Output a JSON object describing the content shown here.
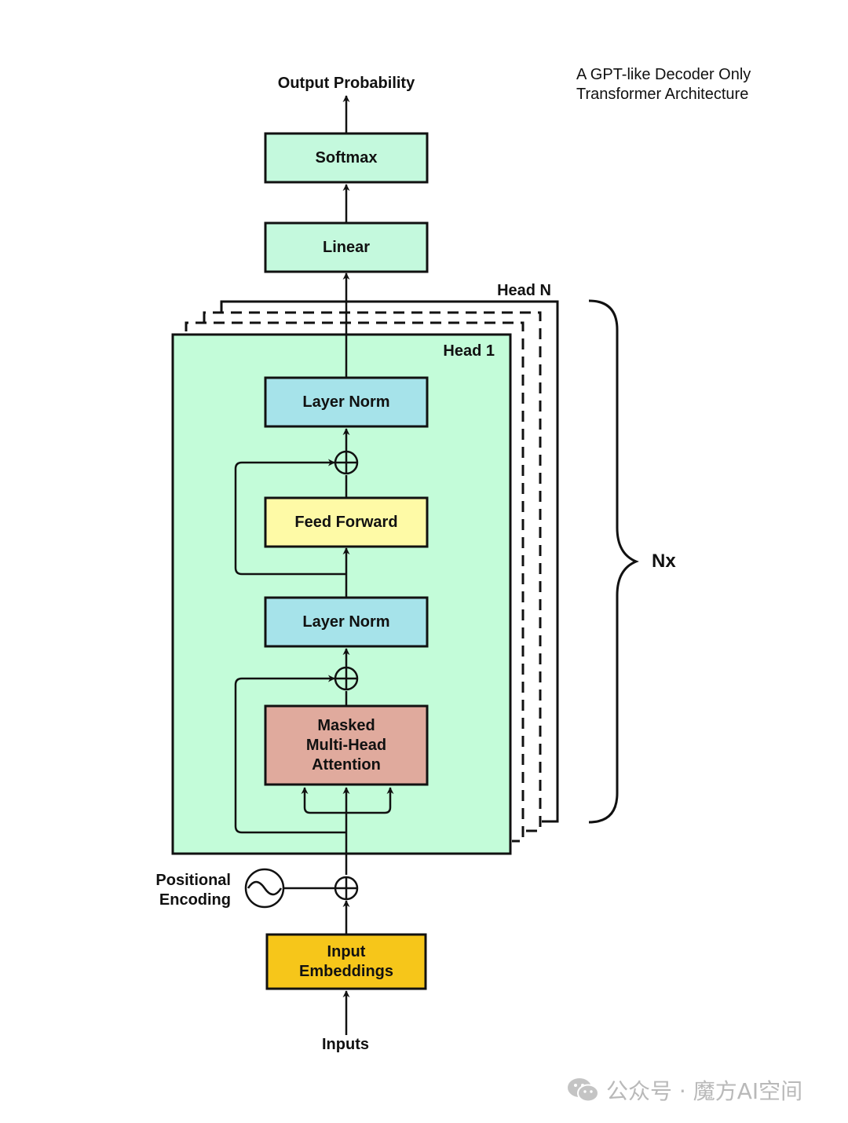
{
  "title_note": "A GPT-like Decoder Only\nTransformer Architecture",
  "output_label": "Output Probability",
  "inputs_label": "Inputs",
  "positional_label": "Positional\nEncoding",
  "repeat_label": "Nx",
  "head_first_label": "Head 1",
  "head_last_label": "Head N",
  "blocks": {
    "softmax": "Softmax",
    "linear": "Linear",
    "layer_norm_top": "Layer Norm",
    "feed_forward": "Feed Forward",
    "layer_norm_bottom": "Layer Norm",
    "attention": "Masked\nMulti-Head\nAttention",
    "embeddings": "Input\nEmbeddings"
  },
  "colors": {
    "head_fill": "#c3fcd9",
    "output_fill": "#c4f9dd",
    "norm_fill": "#a6e3ea",
    "ff_fill": "#fefaa6",
    "attn_fill": "#e0aa9d",
    "embed_fill": "#f6c61a",
    "stroke": "#111111"
  },
  "watermark": {
    "icon": "wechat-icon",
    "text": "公众号 · 魔方AI空间"
  }
}
